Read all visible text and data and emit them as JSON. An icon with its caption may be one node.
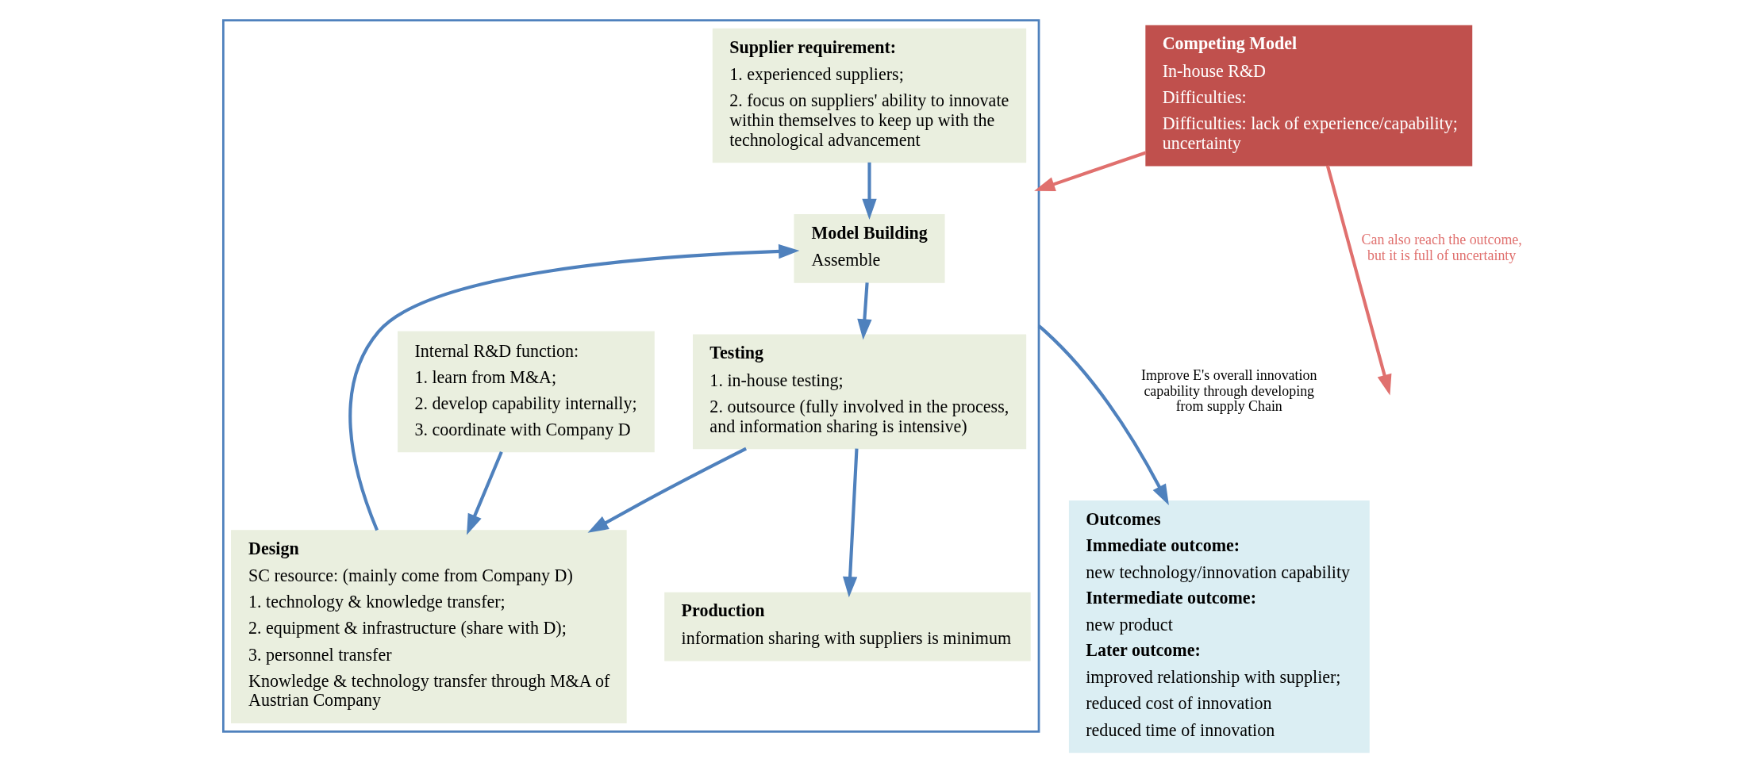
{
  "diagram": {
    "nodes": [
      {
        "text": [],
        "shape": "box"
      },
      {
        "text": [
          "Model Building",
          "Assemble"
        ],
        "in": 0
      },
      {
        "text": [
          "Supplier requirement:",
          "1. experienced suppliers;",
          "2. focus on suppliers' ability to innovate within themselves to keep up with the technological advancement"
        ],
        "in": 0
      },
      {
        "text": [
          "Design",
          "SC resource: (mainly come from Company D)",
          "1. technology & knowledge transfer;",
          "2. equipment & infrastructure (share with D);",
          "3. personnel transfer",
          "Knowledge & technology transfer through M&A of Austrian Company"
        ],
        "in": 0
      },
      {
        "text": [
          "Testing",
          "1. in-house testing;",
          "2. outsource (fully involved in the process, and information sharing is intensive)"
        ],
        "in": 0
      },
      {
        "text": [
          "Internal R&D function:",
          "1. learn from M&A;",
          "2. develop capability internally;",
          "3. coordinate with Company D"
        ],
        "in": 0
      },
      {
        "text": [
          "Production",
          "information sharing with suppliers is minimum"
        ],
        "in": 0
      },
      {
        "text": [
          "Outcomes",
          "Immediate outcome:",
          "new technology/innovation capability",
          "Intermediate outcome:",
          "new product",
          "Later outcome:",
          "improved relationship with supplier;",
          "reduced cost of innovation",
          "reduced time of innovation"
        ]
      },
      {
        "text": [
          "Competing Model",
          "In-house R&D",
          "Difficulties:",
          "Difficulties: lack of experience/capability; uncertainty"
        ]
      }
    ],
    "edges": [
      {
        "from": 3,
        "to": 1,
        "arrow": "to"
      },
      {
        "from": 2,
        "to": 1,
        "arrow": "to"
      },
      {
        "from": 1,
        "to": 4,
        "arrow": "to"
      },
      {
        "from": 4,
        "to": 3,
        "arrow": "to"
      },
      {
        "from": 5,
        "to": 3,
        "arrow": "to"
      },
      {
        "from": 4,
        "to": 6,
        "arrow": "to"
      },
      {
        "from": 0,
        "to": 7,
        "arrow": "to",
        "label": "Improve E's overall innovation capability through developing from supply Chain"
      },
      {
        "from": 8,
        "to": null,
        "arrow": "to",
        "label": "Can also reach the outcome, but it is full of uncertainty",
        "color": "#e0706e"
      },
      {
        "from": 8,
        "to": 0,
        "arrow": "to",
        "color": "#e0706e"
      }
    ]
  }
}
